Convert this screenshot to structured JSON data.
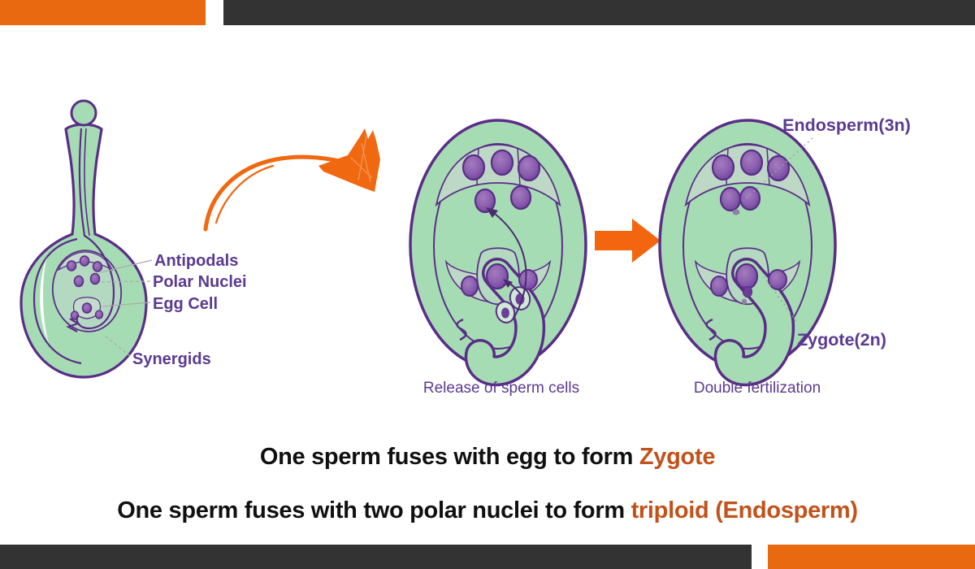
{
  "colors": {
    "accent_orange": "#E8690F",
    "arrow_orange": "#F3650E",
    "bar_dark": "#333333",
    "diagram_green": "#A6DCB4",
    "cell_band_green": "#BDD9C6",
    "outline_purple": "#5A2D87",
    "nucleus_purple": "#8A5FAE",
    "label_purple": "#5B3A91",
    "highlight_orange": "#C2521B"
  },
  "left_diagram": {
    "antipodals": "Antipodals",
    "polar_nuclei": "Polar Nuclei",
    "egg_cell": "Egg Cell",
    "synergids": "Synergids"
  },
  "middle_diagram": {
    "caption": "Release of sperm cells"
  },
  "right_diagram": {
    "endosperm_label": "Endosperm(3n)",
    "zygote_label": "Zygote(2n)",
    "caption": "Double fertilization"
  },
  "summary": {
    "line1_prefix": "One sperm fuses with egg to form ",
    "line1_highlight": "Zygote",
    "line2_prefix": "One sperm fuses with two polar nuclei to form ",
    "line2_highlight": "triploid (Endosperm)"
  }
}
